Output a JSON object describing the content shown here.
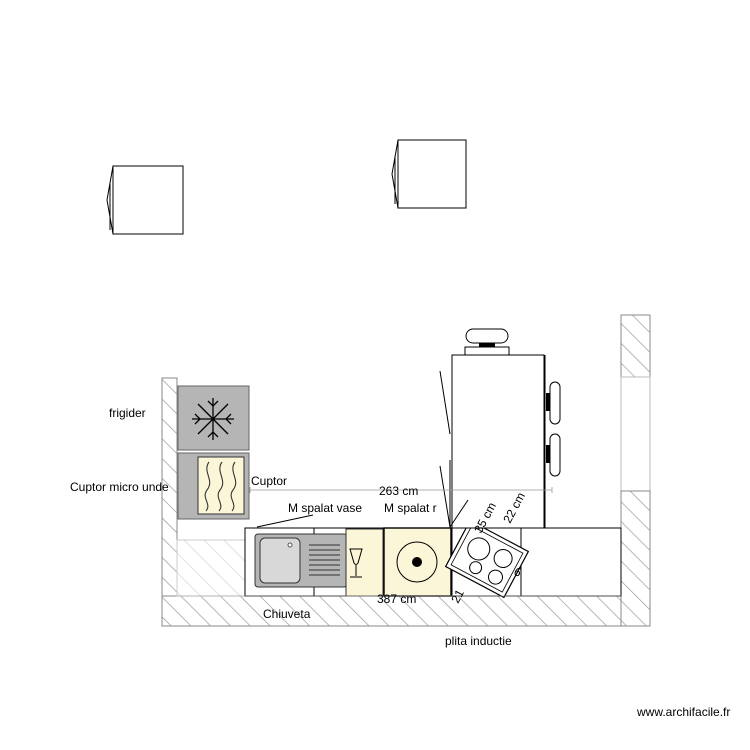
{
  "plan": {
    "labels": {
      "fridge": "frigider",
      "microwave": "Cuptor micro unde",
      "oven": "Cuptor",
      "dishwasher": "M spalat vase",
      "washer": "M spalat r",
      "sink": "Chiuveta",
      "hob": "plita inductie"
    },
    "dimensions": {
      "width_top": "263 cm",
      "width_bottom": "387 cm",
      "hob_a": "35 cm",
      "hob_b": "22 cm",
      "hob_c": "21",
      "hob_d": "6"
    }
  },
  "footer": {
    "watermark": "www.archifacile.fr"
  }
}
